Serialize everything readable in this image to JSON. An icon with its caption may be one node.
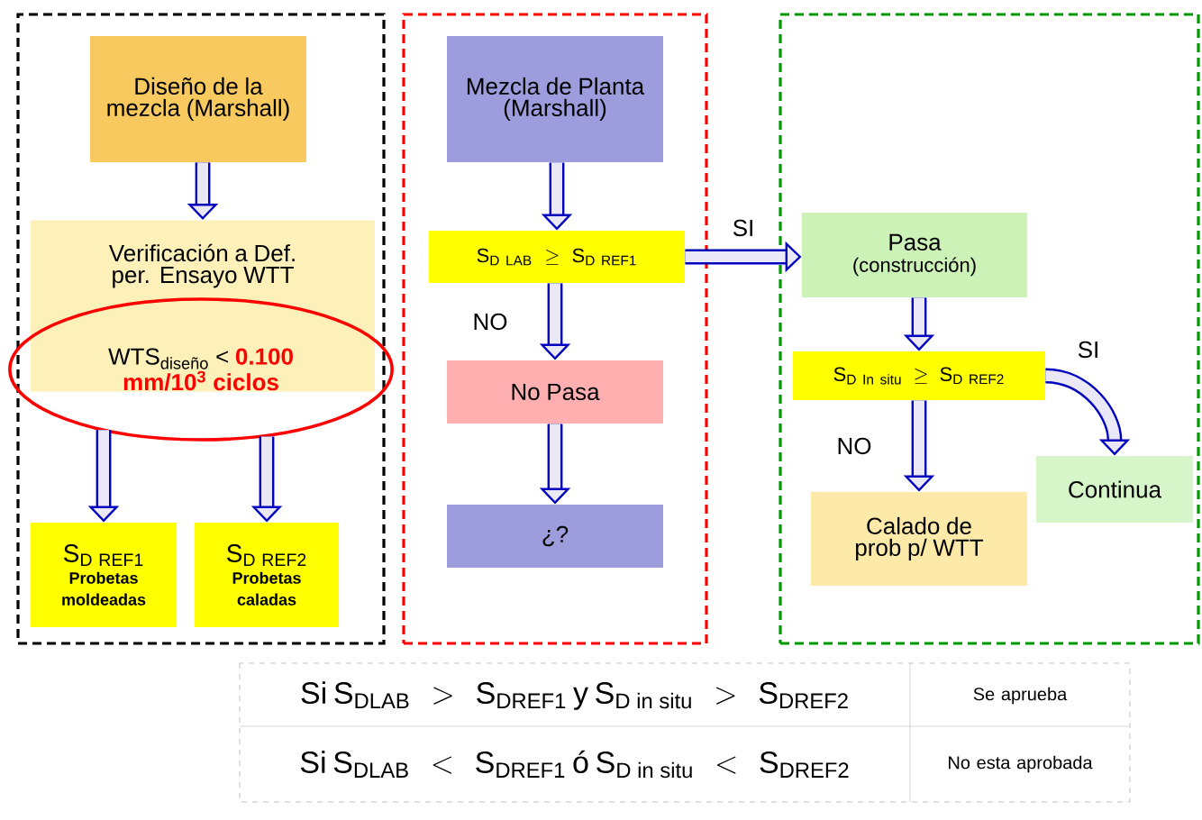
{
  "diagram": {
    "nodes": [
      {
        "text": [],
        "shape": "box"
      },
      {
        "text": [
          "Diseño de la mezcla (Marshall)"
        ],
        "in": 0
      },
      {
        "text": [
          "Verificación a Def. per. Ensayo WTT"
        ],
        "in": 0
      },
      {
        "text": [
          "WTS$_{diseño}$ <",
          "0.100 mm/10$^{3}$ ciclos"
        ],
        "in": 0
      },
      {
        "text": [
          "\\mathrm{S}_{\\mathrm{D\\ REF1}}",
          "Probetas moldeadas"
        ],
        "in": 0
      },
      {
        "text": [
          "\\mathrm{S}_{\\mathrm{D\\ REF2}}",
          "Probetas caladas"
        ],
        "in": 0
      },
      {
        "text": [],
        "shape": "box"
      },
      {
        "text": [
          "Mezcla de Planta (Marshall)"
        ],
        "in": 6
      },
      {
        "text": [
          "\\mathrm{S}_{\\mathrm{D\\ LAB}} \\geq \\mathrm{S}_{\\mathrm{D\\ REF1}}"
        ],
        "in": 6
      },
      {
        "text": [
          "No Pasa"
        ],
        "in": 6
      },
      {
        "text": [
          "¿?"
        ],
        "in": 6
      },
      {
        "text": [],
        "shape": "box"
      },
      {
        "text": [
          "Pasa",
          "(construcción)"
        ],
        "in": 11
      },
      {
        "text": [
          "\\mathrm{S}_{\\mathrm{D\\ In\\ situ}} \\geq \\mathrm{S}_{\\mathrm{D\\ REF2}}"
        ],
        "in": 11
      },
      {
        "text": [
          "Continua"
        ],
        "in": 11
      },
      {
        "text": [
          "Calado de prob p/ WTT"
        ],
        "in": 11
      }
    ],
    "edges": [
      {
        "from": 1,
        "to": 2,
        "arrow": "to"
      },
      {
        "from": 3,
        "to": 4,
        "arrow": "to"
      },
      {
        "from": 3,
        "to": 5,
        "arrow": "to"
      },
      {
        "from": 7,
        "to": 8,
        "arrow": "to"
      },
      {
        "from": 8,
        "to": 9,
        "arrow": "to",
        "label": "NO"
      },
      {
        "from": 9,
        "to": 10,
        "arrow": "to"
      },
      {
        "from": 8,
        "to": 12,
        "arrow": "to",
        "label": "SI"
      },
      {
        "from": 12,
        "to": 13,
        "arrow": "to"
      },
      {
        "from": 13,
        "to": 15,
        "arrow": "to",
        "label": "NO"
      },
      {
        "from": 13,
        "to": 14,
        "arrow": "to",
        "label": "SI"
      }
    ],
    "labels": [
      "\\mathrm{Si\\ S}_{\\mathrm{DLAB}} > \\mathrm{S}_{\\mathrm{DREF1}}\\ \\mathrm{y}\\ \\mathrm{S}_{\\mathrm{D\\ in\\ situ}} > \\mathrm{S}_{\\mathrm{DREF2}}",
      "Se aprueba",
      "\\mathrm{Si\\ S}_{\\mathrm{DLAB}} < \\mathrm{S}_{\\mathrm{DREF1}}\\ \\mathrm{ó}\\ \\mathrm{S}_{\\mathrm{D\\ in\\ situ}} < \\mathrm{S}_{\\mathrm{DREF2}}",
      "No esta aprobada"
    ]
  }
}
